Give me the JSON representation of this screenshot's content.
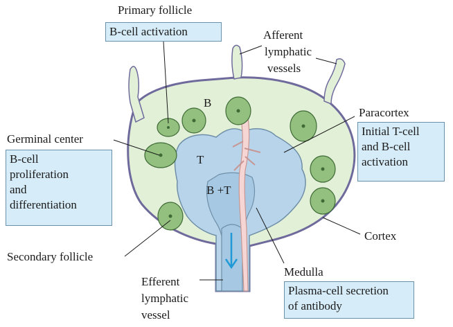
{
  "labels": {
    "primary_follicle": "Primary follicle",
    "afferent": [
      "Afferent",
      "lymphatic",
      "vessels"
    ],
    "paracortex": "Paracortex",
    "germinal_center": "Germinal center",
    "cortex": "Cortex",
    "secondary_follicle": "Secondary follicle",
    "medulla": "Medulla",
    "efferent": [
      "Efferent",
      "lymphatic",
      "vessel"
    ]
  },
  "boxes": {
    "b_cell_activation": [
      "B-cell activation"
    ],
    "initial_activation": [
      "Initial T-cell",
      "and B-cell",
      "activation"
    ],
    "proliferation": [
      "B-cell",
      "proliferation",
      "and",
      "differentiation"
    ],
    "plasma_cell": [
      "Plasma-cell secretion",
      "of antibody"
    ]
  },
  "regions": {
    "b": "B",
    "t": "T",
    "bt": "B +T"
  },
  "colors": {
    "cortex_fill": "#e3f0d8",
    "capsule": "#6e6a9c",
    "paracortex_fill": "#b7d4ea",
    "vessel_fill": "#f6d6d4",
    "follicle_fill": "#93c07e",
    "box_fill": "#d6ecf8",
    "arrow": "#1f9ad6"
  }
}
